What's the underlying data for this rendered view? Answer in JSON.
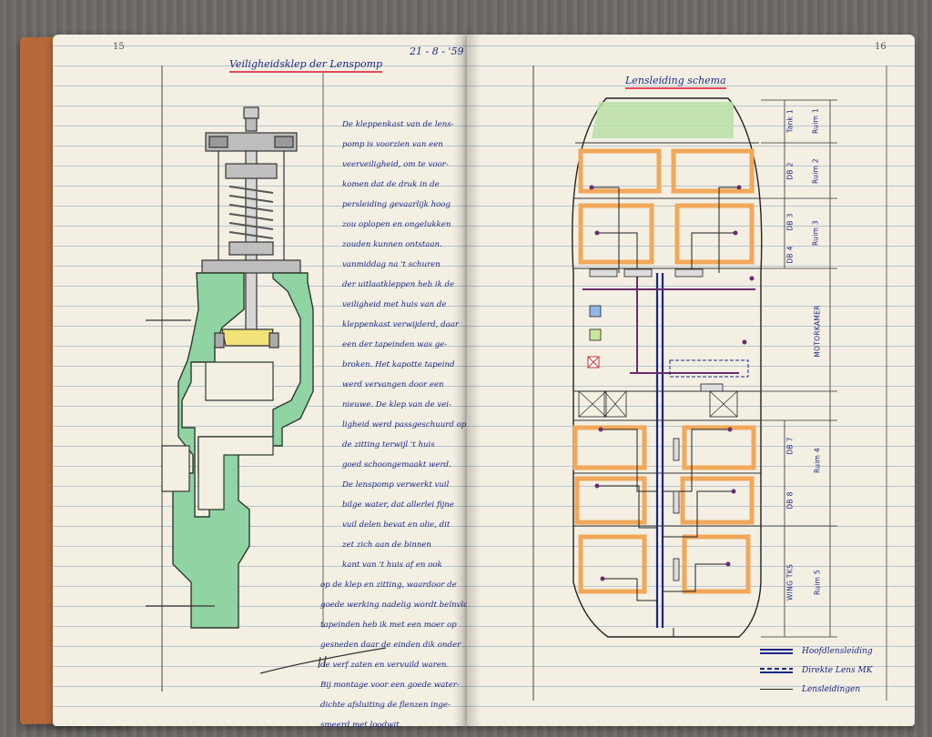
{
  "left_page": {
    "page_number": "15",
    "title": "Veiligheidsklep der Lenspomp",
    "date": "21 - 8 - '59",
    "text_lines": [
      "De kleppenkast van de lens-",
      "pomp is voorzien van een",
      "veerveiligheid, om te voor-",
      "komen dat de druk in de",
      "persleiding gevaarlijk hoog",
      "zou oplopen en ongelukken",
      "zouden kunnen ontstaan.",
      "vanmiddag na 't schuren",
      "der uitlaatkleppen heb ik de",
      "veiligheid met huis van de",
      "kleppenkast verwijderd, daar",
      "een der tapeinden was ge-",
      "broken. Het kapotte tapeind",
      "werd vervangen door een",
      "nieuwe. De klep van de vei-",
      "ligheid werd passgeschuurd op",
      "de zitting terwijl 't huis",
      "goed schoongemaakt werd.",
      "De lenspomp verwerkt vuil",
      "bilge water, dat allerlei fijne",
      "vuil delen bevat en olie, dit",
      "zet zich aan de binnen",
      "kant van 't huis af en ook",
      "op de klep en zitting, waardoor de",
      "goede werking nadelig wordt beïnvloed. De",
      "tapeinden heb ik met een moer op",
      "gesneden daar de einden dik onder",
      "de verf zaten en vervuild waren.",
      "Bij montage voor een goede water-",
      "dichte afsluiting de flenzen inge-",
      "smeerd met loodwit."
    ]
  },
  "right_page": {
    "page_number": "16",
    "title": "Lensleiding schema",
    "compartment_labels": [
      "Tank 1",
      "Ruim 1",
      "DB 2",
      "Ruim 2",
      "DB 3",
      "Ruim 3",
      "DB 4",
      "MOTORKAMER",
      "DB 7",
      "Ruim 4",
      "DB 8",
      "WING TKS",
      "Ruim 5"
    ],
    "legend": [
      {
        "style": "double",
        "label": "Hoofdlensleiding"
      },
      {
        "style": "dashed",
        "label": "Direkte Lens MK"
      },
      {
        "style": "single",
        "label": "Lensleidingen"
      }
    ]
  },
  "colors": {
    "ink_blue": "#1a2785",
    "title_underline": "#e64a5a",
    "valve_green": "#8fd4a2",
    "tank_orange": "#f2a85a",
    "tank1_green": "#b8e0a6",
    "pipe_purple": "#6a2c6e",
    "paper": "#f3efe3",
    "cover": "#b5693a"
  }
}
